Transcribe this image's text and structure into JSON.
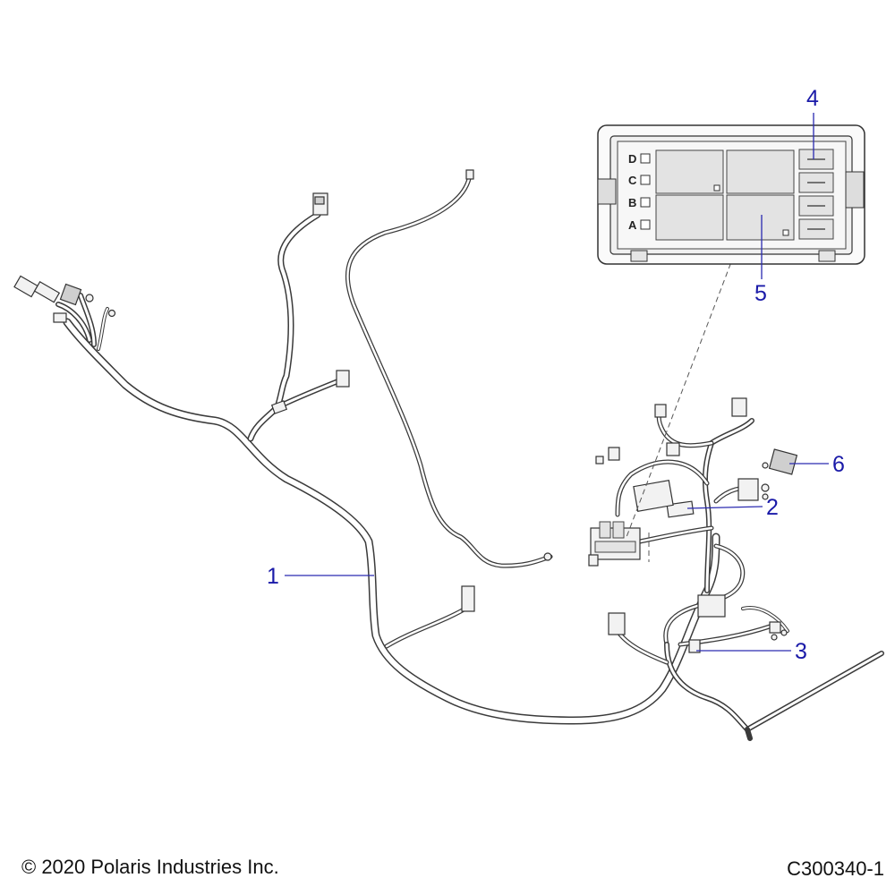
{
  "callouts": [
    {
      "id": "1",
      "text": "1"
    },
    {
      "id": "2",
      "text": "2"
    },
    {
      "id": "3",
      "text": "3"
    },
    {
      "id": "4",
      "text": "4"
    },
    {
      "id": "5",
      "text": "5"
    },
    {
      "id": "6",
      "text": "6"
    }
  ],
  "fuse_box": {
    "slot_labels": [
      "D",
      "C",
      "B",
      "A"
    ]
  },
  "footer": {
    "copyright": "© 2020 Polaris Industries Inc.",
    "drawing_id": "C300340-1"
  },
  "colors": {
    "callout": "#1a1aa8",
    "line": "#333333"
  }
}
